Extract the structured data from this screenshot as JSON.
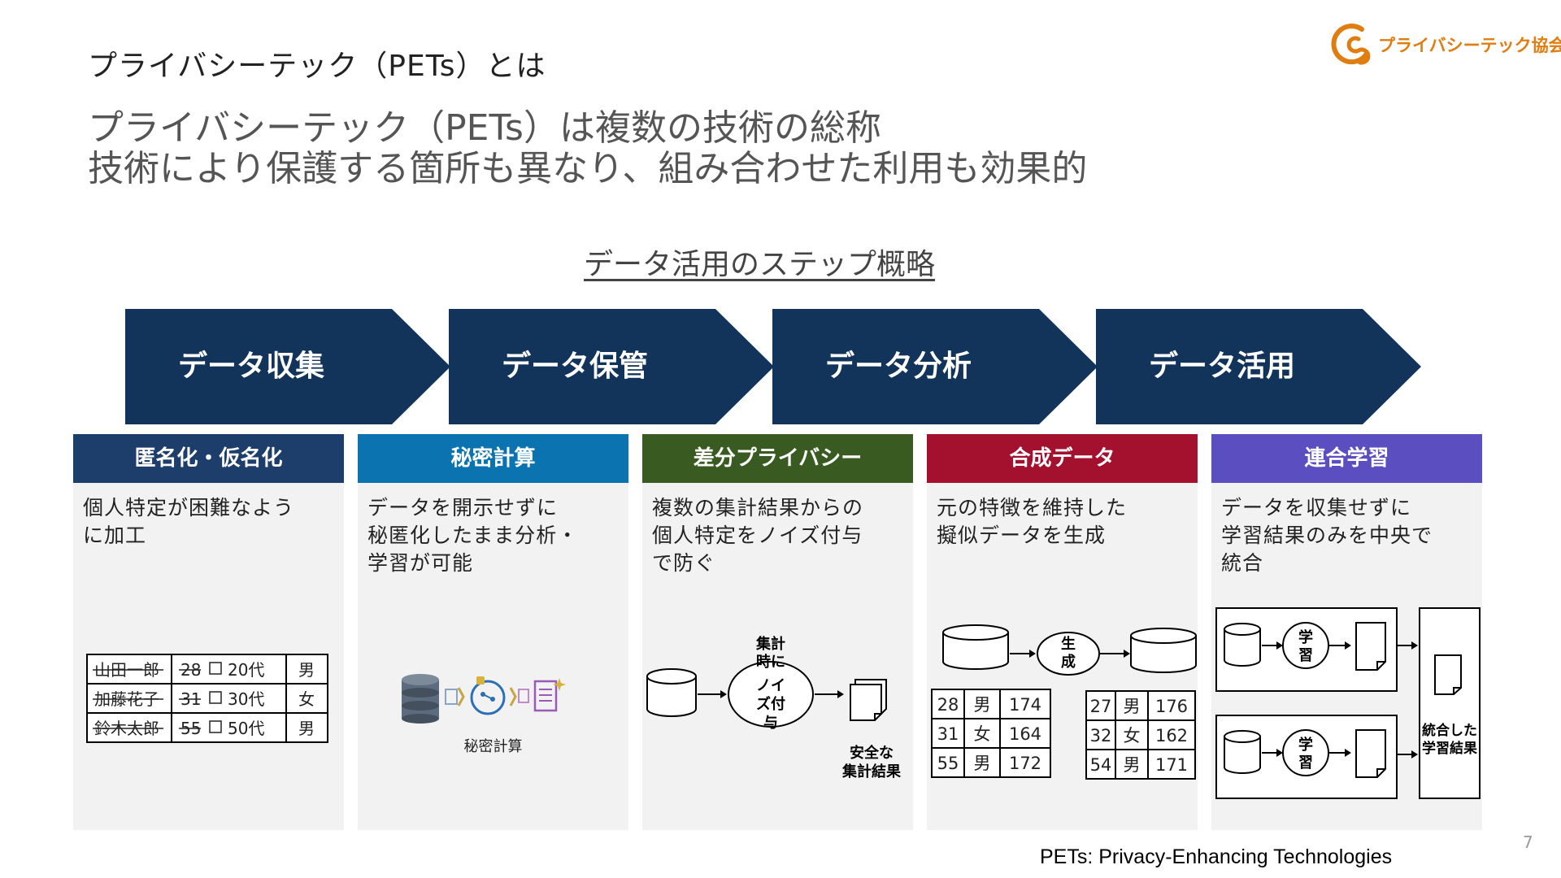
{
  "page_title": "プライバシーテック（PETs）とは",
  "logo_text": "プライバシーテック協会",
  "lead_lines": [
    "プライバシーテック（PETs）は複数の技術の総称",
    "技術により保護する箇所も異なり、組み合わせた利用も効果的"
  ],
  "steps_title": "データ活用のステップ概略",
  "steps": [
    "データ収集",
    "データ保管",
    "データ分析",
    "データ活用"
  ],
  "colors": {
    "navy": "#13345a",
    "anonymization": "#1d3e6b",
    "secure_computation": "#0b74b0",
    "differential_privacy": "#395b22",
    "synthetic_data": "#a4112e",
    "federated_learning": "#5a4ec1",
    "logo_orange": "#e07d10"
  },
  "cards": [
    {
      "title": "匿名化・仮名化",
      "desc_lines": [
        "個人特定が困難なよう",
        "に加工"
      ],
      "table": [
        [
          "山田一郎",
          "28",
          "20代",
          "男"
        ],
        [
          "加藤花子",
          "31",
          "30代",
          "女"
        ],
        [
          "鈴木太郎",
          "55",
          "50代",
          "男"
        ]
      ]
    },
    {
      "title": "秘密計算",
      "desc_lines": [
        "データを開示せずに",
        "秘匿化したまま分析・",
        "学習が可能"
      ],
      "icon_caption": "秘密計算"
    },
    {
      "title": "差分プライバシー",
      "desc_lines": [
        "複数の集計結果からの",
        "個人特定をノイズ付与",
        "で防ぐ"
      ],
      "noise_label": [
        "集計",
        "時に",
        "ノイ",
        "ズ付",
        "与"
      ],
      "result_label": [
        "安全な",
        "集計結果"
      ]
    },
    {
      "title": "合成データ",
      "desc_lines": [
        "元の特徴を維持した",
        "擬似データを生成"
      ],
      "gen_label": [
        "生",
        "成"
      ],
      "table_left": [
        [
          "28",
          "男",
          "174"
        ],
        [
          "31",
          "女",
          "164"
        ],
        [
          "55",
          "男",
          "172"
        ]
      ],
      "table_right": [
        [
          "27",
          "男",
          "176"
        ],
        [
          "32",
          "女",
          "162"
        ],
        [
          "54",
          "男",
          "171"
        ]
      ]
    },
    {
      "title": "連合学習",
      "desc_lines": [
        "データを収集せずに",
        "学習結果のみを中央で",
        "統合"
      ],
      "learn_label": [
        "学",
        "習"
      ],
      "merged_label": [
        "統合した",
        "学習結果"
      ]
    }
  ],
  "footer": "PETs: Privacy-Enhancing Technologies",
  "page_number": "7"
}
